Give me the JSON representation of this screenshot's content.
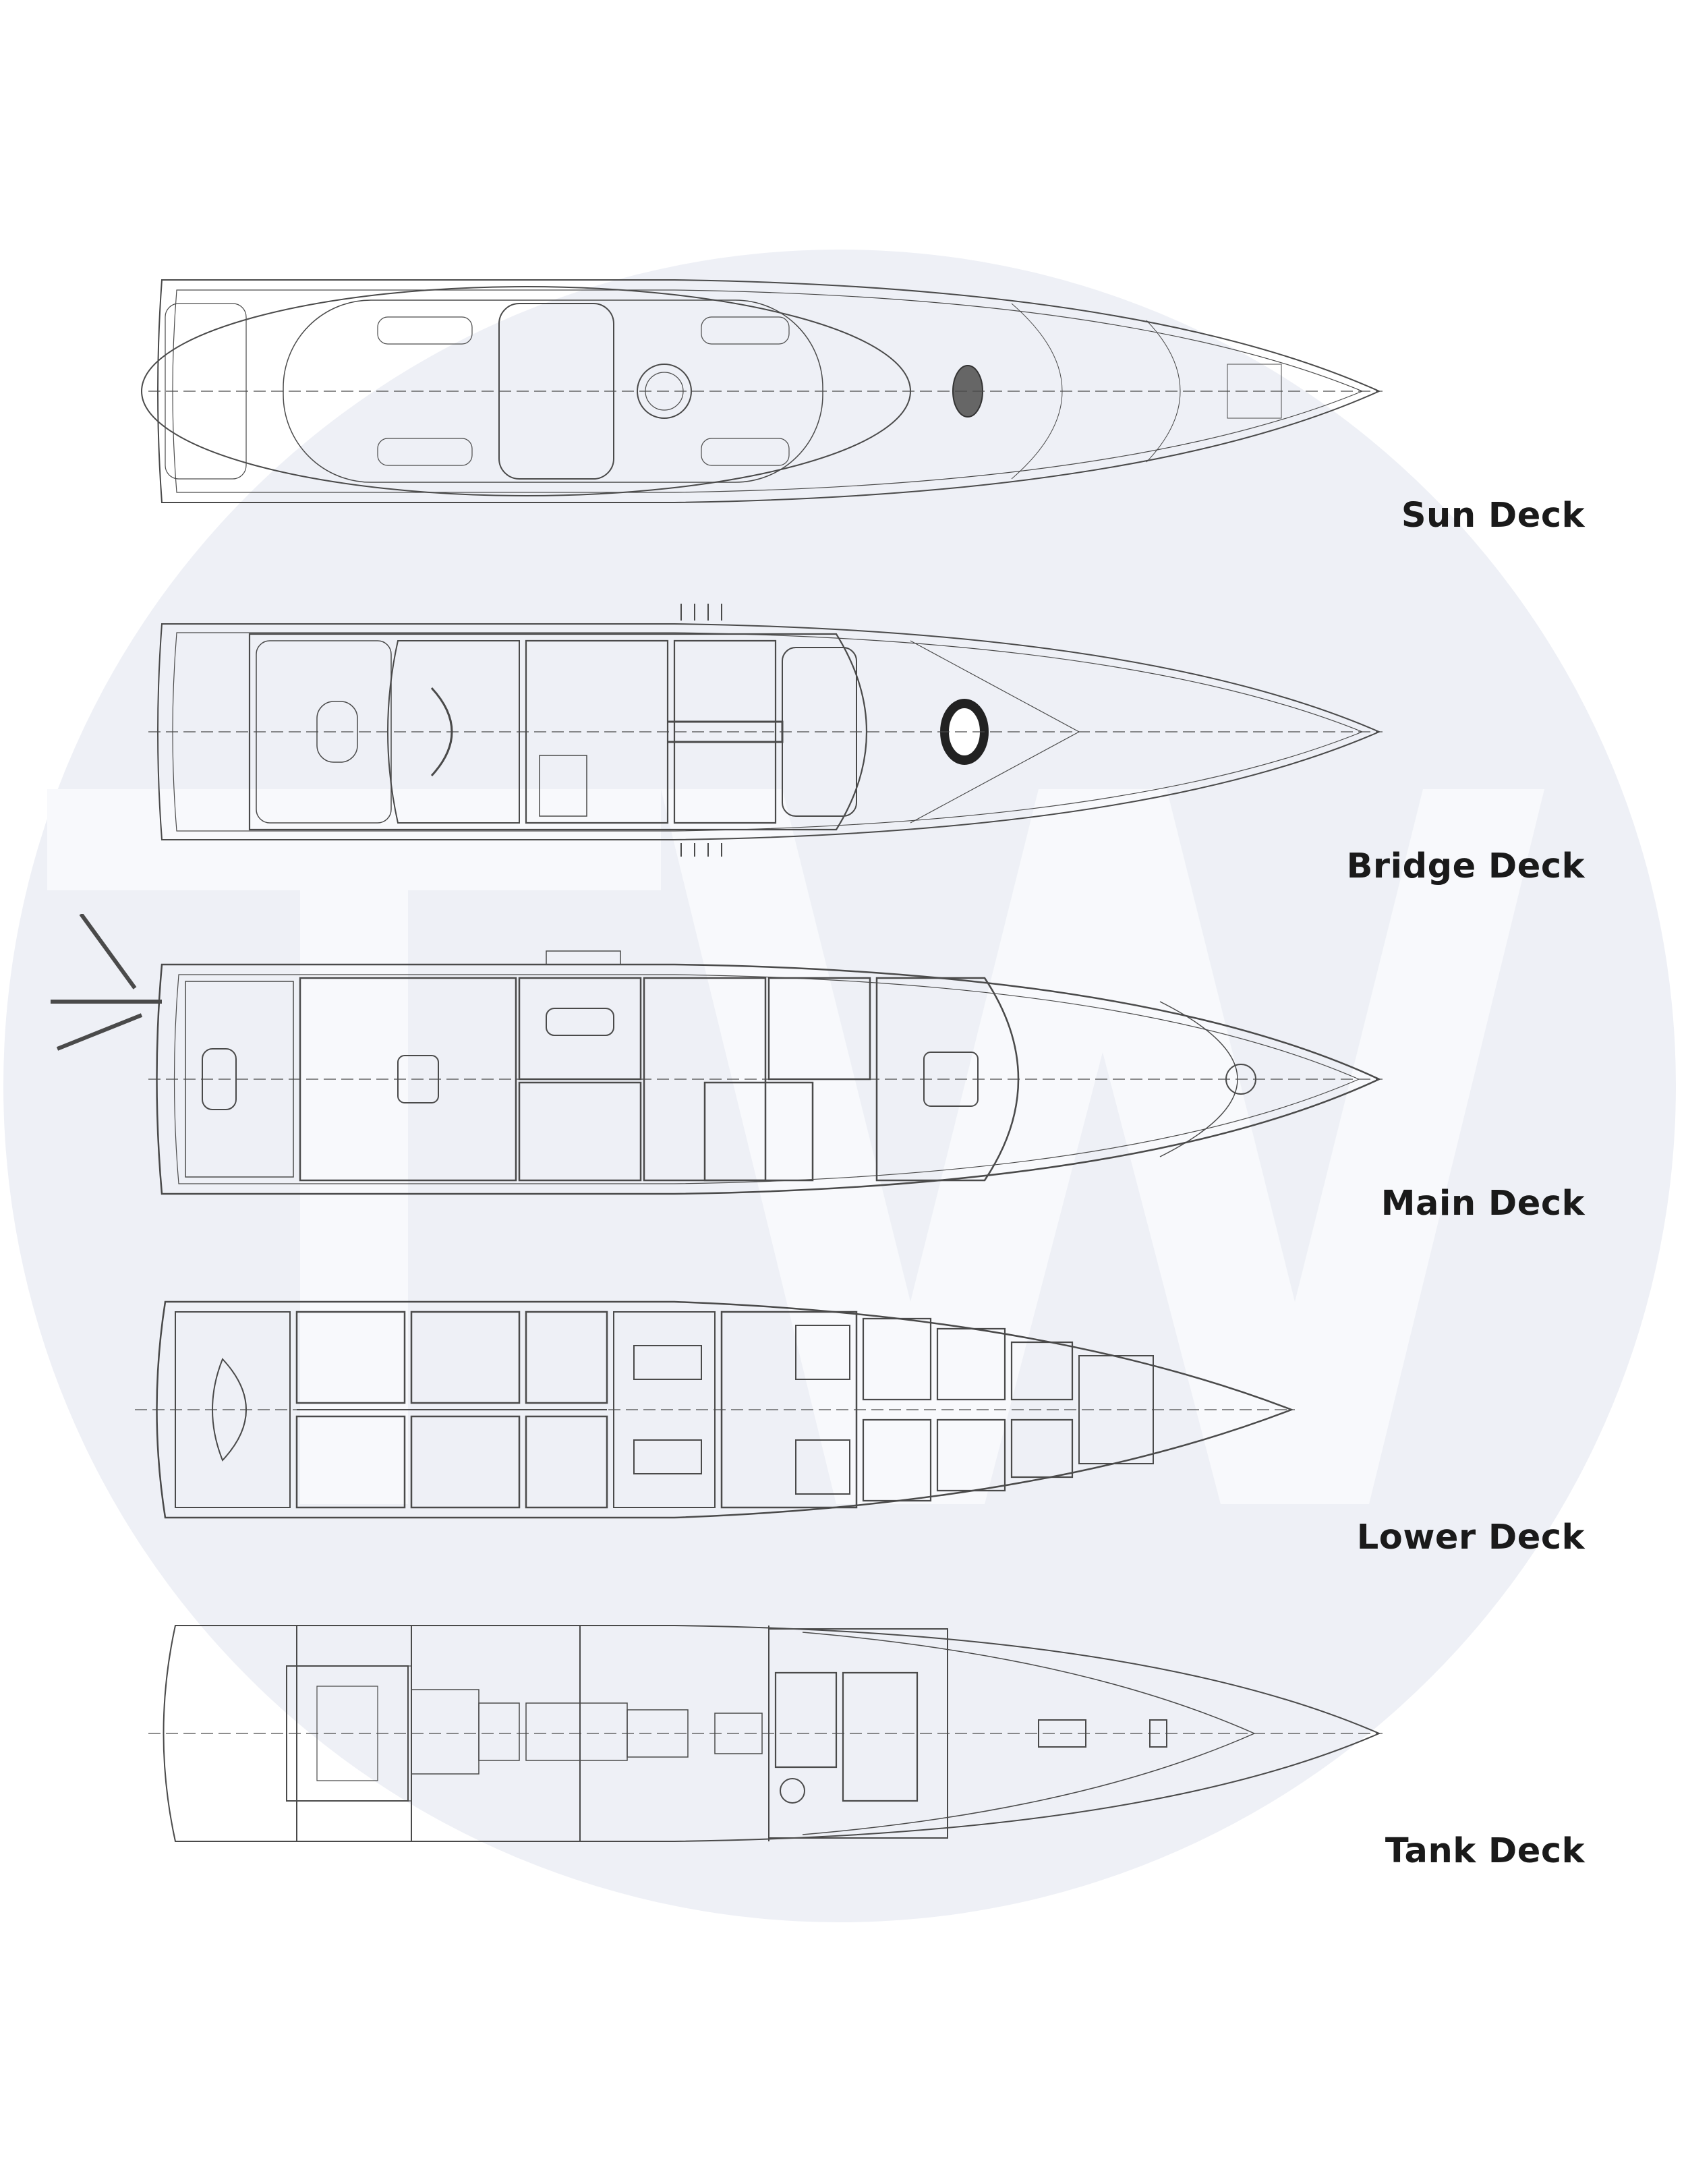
{
  "colors": {
    "background": "#ffffff",
    "watermark_circle": "#eef0f6",
    "watermark_letters": "#f8f9fc",
    "plan_lines": "#4a4a4a",
    "label_text": "#1a1a1a"
  },
  "watermark": {
    "logo_text": "TW"
  },
  "decks": [
    {
      "id": "sun",
      "label": "Sun Deck"
    },
    {
      "id": "bridge",
      "label": "Bridge Deck"
    },
    {
      "id": "main",
      "label": "Main Deck"
    },
    {
      "id": "lower",
      "label": "Lower Deck"
    },
    {
      "id": "tank",
      "label": "Tank Deck"
    }
  ]
}
